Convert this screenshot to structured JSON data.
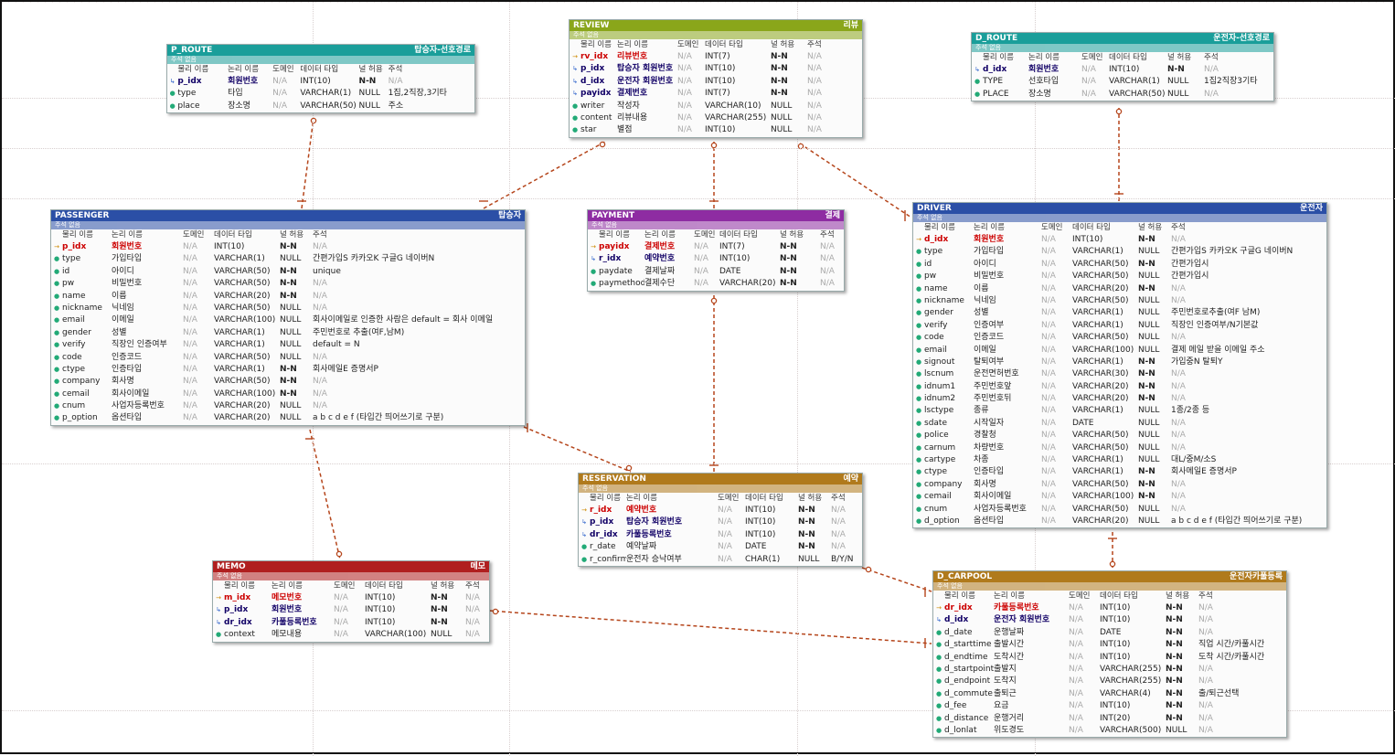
{
  "headers": {
    "phys": "물리 이름",
    "logi": "논리 이름",
    "domain": "도메인",
    "dtype": "데이터 타입",
    "nullable": "널 허용",
    "comment": "주석"
  },
  "colors": {
    "p_route": "#1a9e9a",
    "review": "#8aa61a",
    "d_route": "#1a9e9a",
    "passenger": "#2b4fa6",
    "payment": "#8e2ca2",
    "driver": "#2b4fa6",
    "reservation": "#b07a1c",
    "memo": "#b01f1f",
    "d_carpool": "#b07a1c",
    "relation": "#b5451b"
  },
  "entities": [
    {
      "id": "p_route",
      "name": "P_ROUTE",
      "logical": "탑승자-선호경로",
      "sub": "주석 없음",
      "rows": [
        {
          "k": "fk",
          "p": "p_idx",
          "l": "회원번호",
          "d": "N/A",
          "t": "INT(10)",
          "n": "N-N",
          "c": "N/A"
        },
        {
          "k": "",
          "p": "type",
          "l": "타입",
          "d": "N/A",
          "t": "VARCHAR(1)",
          "n": "NULL",
          "c": "1집,2직장,3기타"
        },
        {
          "k": "",
          "p": "place",
          "l": "장소명",
          "d": "N/A",
          "t": "VARCHAR(50)",
          "n": "NULL",
          "c": "주소"
        }
      ]
    },
    {
      "id": "review",
      "name": "REVIEW",
      "logical": "리뷰",
      "sub": "주석 없음",
      "rows": [
        {
          "k": "pk",
          "p": "rv_idx",
          "l": "리뷰번호",
          "d": "N/A",
          "t": "INT(7)",
          "n": "N-N",
          "c": "N/A"
        },
        {
          "k": "fk",
          "p": "p_idx",
          "l": "탑승자 회원번호",
          "d": "N/A",
          "t": "INT(10)",
          "n": "N-N",
          "c": "N/A"
        },
        {
          "k": "fk",
          "p": "d_idx",
          "l": "운전자 회원번호",
          "d": "N/A",
          "t": "INT(10)",
          "n": "N-N",
          "c": "N/A"
        },
        {
          "k": "fk",
          "p": "payidx",
          "l": "결제번호",
          "d": "N/A",
          "t": "INT(7)",
          "n": "N-N",
          "c": "N/A"
        },
        {
          "k": "",
          "p": "writer",
          "l": "작성자",
          "d": "N/A",
          "t": "VARCHAR(10)",
          "n": "NULL",
          "c": "N/A"
        },
        {
          "k": "",
          "p": "content",
          "l": "리뷰내용",
          "d": "N/A",
          "t": "VARCHAR(255)",
          "n": "NULL",
          "c": "N/A"
        },
        {
          "k": "",
          "p": "star",
          "l": "별점",
          "d": "N/A",
          "t": "INT(10)",
          "n": "NULL",
          "c": "N/A"
        }
      ]
    },
    {
      "id": "d_route",
      "name": "D_ROUTE",
      "logical": "운전자-선호경로",
      "sub": "주석 없음",
      "rows": [
        {
          "k": "fk",
          "p": "d_idx",
          "l": "회원번호",
          "d": "N/A",
          "t": "INT(10)",
          "n": "N-N",
          "c": "N/A"
        },
        {
          "k": "",
          "p": "TYPE",
          "l": "선호타입",
          "d": "N/A",
          "t": "VARCHAR(1)",
          "n": "NULL",
          "c": "1집2직장3기타"
        },
        {
          "k": "",
          "p": "PLACE",
          "l": "장소명",
          "d": "N/A",
          "t": "VARCHAR(50)",
          "n": "NULL",
          "c": "N/A"
        }
      ]
    },
    {
      "id": "passenger",
      "name": "PASSENGER",
      "logical": "탑승자",
      "sub": "주석 없음",
      "rows": [
        {
          "k": "pk",
          "p": "p_idx",
          "l": "회원번호",
          "d": "N/A",
          "t": "INT(10)",
          "n": "N-N",
          "c": "N/A"
        },
        {
          "k": "",
          "p": "type",
          "l": "가입타입",
          "d": "N/A",
          "t": "VARCHAR(1)",
          "n": "NULL",
          "c": "간편가입S 카카오K 구글G 네이버N"
        },
        {
          "k": "",
          "p": "id",
          "l": "아이디",
          "d": "N/A",
          "t": "VARCHAR(50)",
          "n": "N-N",
          "c": "unique"
        },
        {
          "k": "",
          "p": "pw",
          "l": "비밀번호",
          "d": "N/A",
          "t": "VARCHAR(50)",
          "n": "N-N",
          "c": "N/A"
        },
        {
          "k": "",
          "p": "name",
          "l": "이름",
          "d": "N/A",
          "t": "VARCHAR(20)",
          "n": "N-N",
          "c": "N/A"
        },
        {
          "k": "",
          "p": "nickname",
          "l": "닉네임",
          "d": "N/A",
          "t": "VARCHAR(50)",
          "n": "NULL",
          "c": "N/A"
        },
        {
          "k": "",
          "p": "email",
          "l": "이메일",
          "d": "N/A",
          "t": "VARCHAR(100)",
          "n": "NULL",
          "c": "회사이메일로 인증한 사람은 default = 회사 이메일"
        },
        {
          "k": "",
          "p": "gender",
          "l": "성별",
          "d": "N/A",
          "t": "VARCHAR(1)",
          "n": "NULL",
          "c": "주민번호로 추출(여F,남M)"
        },
        {
          "k": "",
          "p": "verify",
          "l": "직장인 인증여부",
          "d": "N/A",
          "t": "VARCHAR(1)",
          "n": "NULL",
          "c": "default = N"
        },
        {
          "k": "",
          "p": "code",
          "l": "인증코드",
          "d": "N/A",
          "t": "VARCHAR(50)",
          "n": "NULL",
          "c": "N/A"
        },
        {
          "k": "",
          "p": "ctype",
          "l": "인증타입",
          "d": "N/A",
          "t": "VARCHAR(1)",
          "n": "N-N",
          "c": "회사메일E 증명서P"
        },
        {
          "k": "",
          "p": "company",
          "l": "회사명",
          "d": "N/A",
          "t": "VARCHAR(50)",
          "n": "N-N",
          "c": "N/A"
        },
        {
          "k": "",
          "p": "cemail",
          "l": "회사이메일",
          "d": "N/A",
          "t": "VARCHAR(100)",
          "n": "N-N",
          "c": "N/A"
        },
        {
          "k": "",
          "p": "cnum",
          "l": "사업자등록번호",
          "d": "N/A",
          "t": "VARCHAR(20)",
          "n": "NULL",
          "c": "N/A"
        },
        {
          "k": "",
          "p": "p_option",
          "l": "옵션타입",
          "d": "N/A",
          "t": "VARCHAR(20)",
          "n": "NULL",
          "c": "a b c d e f (타입간 띄어쓰기로 구분)"
        }
      ]
    },
    {
      "id": "payment",
      "name": "PAYMENT",
      "logical": "결제",
      "sub": "주석 없음",
      "rows": [
        {
          "k": "pk",
          "p": "payidx",
          "l": "결제번호",
          "d": "N/A",
          "t": "INT(7)",
          "n": "N-N",
          "c": "N/A"
        },
        {
          "k": "fk",
          "p": "r_idx",
          "l": "예약번호",
          "d": "N/A",
          "t": "INT(10)",
          "n": "N-N",
          "c": "N/A"
        },
        {
          "k": "",
          "p": "paydate",
          "l": "결제날짜",
          "d": "N/A",
          "t": "DATE",
          "n": "N-N",
          "c": "N/A"
        },
        {
          "k": "",
          "p": "paymethod",
          "l": "결제수단",
          "d": "N/A",
          "t": "VARCHAR(20)",
          "n": "N-N",
          "c": "N/A"
        }
      ]
    },
    {
      "id": "driver",
      "name": "DRIVER",
      "logical": "운전자",
      "sub": "주석 없음",
      "rows": [
        {
          "k": "pk",
          "p": "d_idx",
          "l": "회원번호",
          "d": "N/A",
          "t": "INT(10)",
          "n": "N-N",
          "c": "N/A"
        },
        {
          "k": "",
          "p": "type",
          "l": "가입타입",
          "d": "N/A",
          "t": "VARCHAR(1)",
          "n": "NULL",
          "c": "간편가입S 카카오K 구글G 네이버N"
        },
        {
          "k": "",
          "p": "id",
          "l": "아이디",
          "d": "N/A",
          "t": "VARCHAR(50)",
          "n": "N-N",
          "c": "간편가입시"
        },
        {
          "k": "",
          "p": "pw",
          "l": "비밀번호",
          "d": "N/A",
          "t": "VARCHAR(50)",
          "n": "NULL",
          "c": "간편가입시"
        },
        {
          "k": "",
          "p": "name",
          "l": "이름",
          "d": "N/A",
          "t": "VARCHAR(20)",
          "n": "N-N",
          "c": "N/A"
        },
        {
          "k": "",
          "p": "nickname",
          "l": "닉네임",
          "d": "N/A",
          "t": "VARCHAR(50)",
          "n": "NULL",
          "c": "N/A"
        },
        {
          "k": "",
          "p": "gender",
          "l": "성별",
          "d": "N/A",
          "t": "VARCHAR(1)",
          "n": "NULL",
          "c": "주민번호로추출(여F 남M)"
        },
        {
          "k": "",
          "p": "verify",
          "l": "인증여부",
          "d": "N/A",
          "t": "VARCHAR(1)",
          "n": "NULL",
          "c": "직장인 인증여부/N기본값"
        },
        {
          "k": "",
          "p": "code",
          "l": "인증코드",
          "d": "N/A",
          "t": "VARCHAR(50)",
          "n": "NULL",
          "c": "N/A"
        },
        {
          "k": "",
          "p": "email",
          "l": "이메일",
          "d": "N/A",
          "t": "VARCHAR(100)",
          "n": "NULL",
          "c": "결제 메일 받을 이메일 주소"
        },
        {
          "k": "",
          "p": "signout",
          "l": "탈퇴여부",
          "d": "N/A",
          "t": "VARCHAR(1)",
          "n": "N-N",
          "c": "가입중N 탈퇴Y"
        },
        {
          "k": "",
          "p": "lscnum",
          "l": "운전면허번호",
          "d": "N/A",
          "t": "VARCHAR(30)",
          "n": "N-N",
          "c": "N/A"
        },
        {
          "k": "",
          "p": "idnum1",
          "l": "주민번호앞",
          "d": "N/A",
          "t": "VARCHAR(20)",
          "n": "N-N",
          "c": "N/A"
        },
        {
          "k": "",
          "p": "idnum2",
          "l": "주민번호뒤",
          "d": "N/A",
          "t": "VARCHAR(20)",
          "n": "N-N",
          "c": "N/A"
        },
        {
          "k": "",
          "p": "lsctype",
          "l": "종류",
          "d": "N/A",
          "t": "VARCHAR(1)",
          "n": "NULL",
          "c": "1종/2종 등"
        },
        {
          "k": "",
          "p": "sdate",
          "l": "시작일자",
          "d": "N/A",
          "t": "DATE",
          "n": "NULL",
          "c": "N/A"
        },
        {
          "k": "",
          "p": "police",
          "l": "경찰청",
          "d": "N/A",
          "t": "VARCHAR(50)",
          "n": "NULL",
          "c": "N/A"
        },
        {
          "k": "",
          "p": "carnum",
          "l": "차량번호",
          "d": "N/A",
          "t": "VARCHAR(50)",
          "n": "NULL",
          "c": "N/A"
        },
        {
          "k": "",
          "p": "cartype",
          "l": "차종",
          "d": "N/A",
          "t": "VARCHAR(1)",
          "n": "NULL",
          "c": "대L/중M/소S"
        },
        {
          "k": "",
          "p": "ctype",
          "l": "인증타입",
          "d": "N/A",
          "t": "VARCHAR(1)",
          "n": "N-N",
          "c": "회사메일E 증명서P"
        },
        {
          "k": "",
          "p": "company",
          "l": "회사명",
          "d": "N/A",
          "t": "VARCHAR(50)",
          "n": "N-N",
          "c": "N/A"
        },
        {
          "k": "",
          "p": "cemail",
          "l": "회사이메일",
          "d": "N/A",
          "t": "VARCHAR(100)",
          "n": "N-N",
          "c": "N/A"
        },
        {
          "k": "",
          "p": "cnum",
          "l": "사업자등록번호",
          "d": "N/A",
          "t": "VARCHAR(50)",
          "n": "NULL",
          "c": "N/A"
        },
        {
          "k": "",
          "p": "d_option",
          "l": "옵션타입",
          "d": "N/A",
          "t": "VARCHAR(20)",
          "n": "NULL",
          "c": "a b c d e f (타입간 띄어쓰기로 구분)"
        }
      ]
    },
    {
      "id": "reservation",
      "name": "RESERVATION",
      "logical": "예약",
      "sub": "주석 없음",
      "rows": [
        {
          "k": "pk",
          "p": "r_idx",
          "l": "예약번호",
          "d": "N/A",
          "t": "INT(10)",
          "n": "N-N",
          "c": "N/A"
        },
        {
          "k": "fk",
          "p": "p_idx",
          "l": "탑승자 회원번호",
          "d": "N/A",
          "t": "INT(10)",
          "n": "N-N",
          "c": "N/A"
        },
        {
          "k": "fk",
          "p": "dr_idx",
          "l": "카풀등록번호",
          "d": "N/A",
          "t": "INT(10)",
          "n": "N-N",
          "c": "N/A"
        },
        {
          "k": "",
          "p": "r_date",
          "l": "예약날짜",
          "d": "N/A",
          "t": "DATE",
          "n": "N-N",
          "c": "N/A"
        },
        {
          "k": "",
          "p": "r_confirm",
          "l": "운전자 승낙여부",
          "d": "N/A",
          "t": "CHAR(1)",
          "n": "NULL",
          "c": "B/Y/N"
        }
      ]
    },
    {
      "id": "memo",
      "name": "MEMO",
      "logical": "메모",
      "sub": "주석 없음",
      "rows": [
        {
          "k": "pk",
          "p": "m_idx",
          "l": "메모번호",
          "d": "N/A",
          "t": "INT(10)",
          "n": "N-N",
          "c": "N/A"
        },
        {
          "k": "fk",
          "p": "p_idx",
          "l": "회원번호",
          "d": "N/A",
          "t": "INT(10)",
          "n": "N-N",
          "c": "N/A"
        },
        {
          "k": "fk",
          "p": "dr_idx",
          "l": "카풀등록번호",
          "d": "N/A",
          "t": "INT(10)",
          "n": "N-N",
          "c": "N/A"
        },
        {
          "k": "",
          "p": "context",
          "l": "메모내용",
          "d": "N/A",
          "t": "VARCHAR(100)",
          "n": "NULL",
          "c": "N/A"
        }
      ]
    },
    {
      "id": "d_carpool",
      "name": "D_CARPOOL",
      "logical": "운전자카풀등록",
      "sub": "주석 없음",
      "rows": [
        {
          "k": "pk",
          "p": "dr_idx",
          "l": "카풀등록번호",
          "d": "N/A",
          "t": "INT(10)",
          "n": "N-N",
          "c": "N/A"
        },
        {
          "k": "fk",
          "p": "d_idx",
          "l": "운전자 회원번호",
          "d": "N/A",
          "t": "INT(10)",
          "n": "N-N",
          "c": "N/A"
        },
        {
          "k": "",
          "p": "d_date",
          "l": "운행날짜",
          "d": "N/A",
          "t": "DATE",
          "n": "N-N",
          "c": "N/A"
        },
        {
          "k": "",
          "p": "d_starttime",
          "l": "출발시간",
          "d": "N/A",
          "t": "INT(10)",
          "n": "N-N",
          "c": "직업 시간/카풀시간"
        },
        {
          "k": "",
          "p": "d_endtime",
          "l": "도착시간",
          "d": "N/A",
          "t": "INT(10)",
          "n": "N-N",
          "c": "도착 시간/카풀시간"
        },
        {
          "k": "",
          "p": "d_startpoint",
          "l": "출발지",
          "d": "N/A",
          "t": "VARCHAR(255)",
          "n": "N-N",
          "c": "N/A"
        },
        {
          "k": "",
          "p": "d_endpoint",
          "l": "도착지",
          "d": "N/A",
          "t": "VARCHAR(255)",
          "n": "N-N",
          "c": "N/A"
        },
        {
          "k": "",
          "p": "d_commute",
          "l": "출퇴근",
          "d": "N/A",
          "t": "VARCHAR(4)",
          "n": "N-N",
          "c": "출/퇴근선택"
        },
        {
          "k": "",
          "p": "d_fee",
          "l": "요금",
          "d": "N/A",
          "t": "INT(10)",
          "n": "N-N",
          "c": "N/A"
        },
        {
          "k": "",
          "p": "d_distance",
          "l": "운행거리",
          "d": "N/A",
          "t": "INT(20)",
          "n": "N-N",
          "c": "N/A"
        },
        {
          "k": "",
          "p": "d_lonlat",
          "l": "위도경도",
          "d": "N/A",
          "t": "VARCHAR(500)",
          "n": "NULL",
          "c": "N/A"
        }
      ]
    }
  ]
}
